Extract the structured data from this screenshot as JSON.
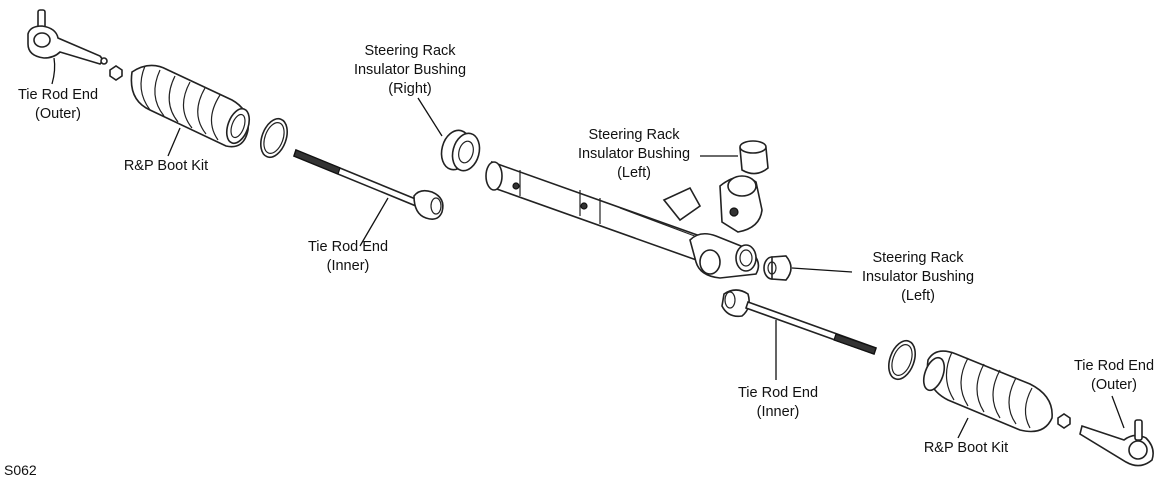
{
  "diagram": {
    "labels": {
      "tre_outer_left": "Tie Rod End\n(Outer)",
      "boot_left": "R&P Boot Kit",
      "bushing_right_top": "Steering Rack\nInsulator Bushing\n(Right)",
      "tre_inner_left": "Tie Rod End\n(Inner)",
      "bushing_left_top": "Steering Rack\nInsulator Bushing\n(Left)",
      "bushing_left_mid": "Steering Rack\nInsulator Bushing\n(Left)",
      "tre_inner_right": "Tie Rod End\n(Inner)",
      "tre_outer_right": "Tie Rod End\n(Outer)",
      "boot_right": "R&P Boot Kit"
    },
    "code": "S062"
  }
}
